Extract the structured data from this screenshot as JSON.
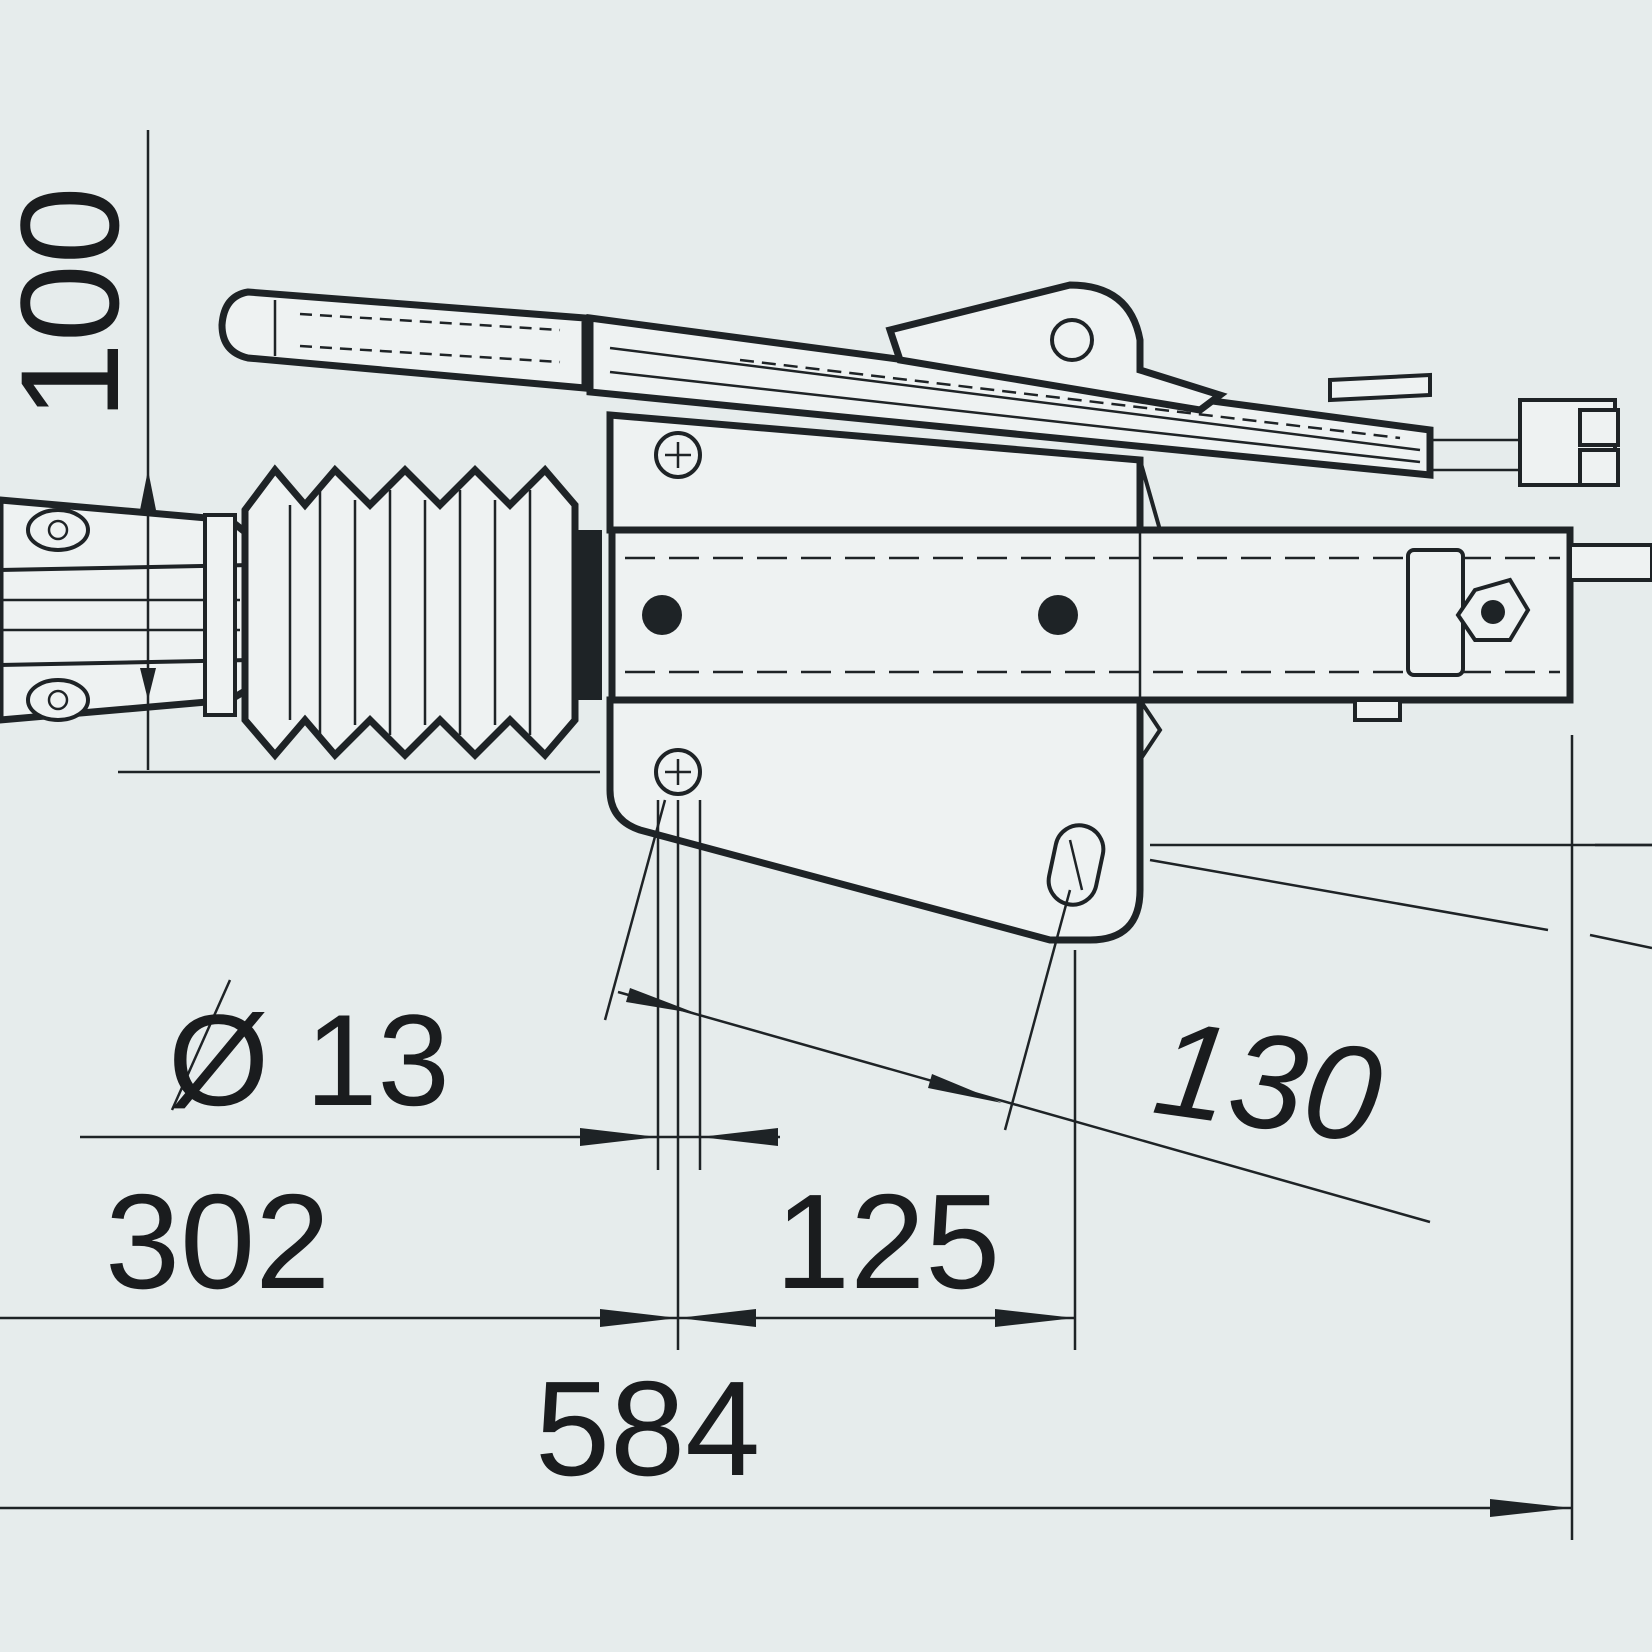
{
  "drawing": {
    "subject": "overrun coupling with handbrake lever and bellows",
    "background_color": "#e6ecec",
    "line_color": "#1e2326"
  },
  "dimensions": {
    "height_100": "100",
    "hole_diameter": "Ø 13",
    "length_302": "302",
    "length_125": "125",
    "length_584": "584",
    "angled_130": "130"
  }
}
